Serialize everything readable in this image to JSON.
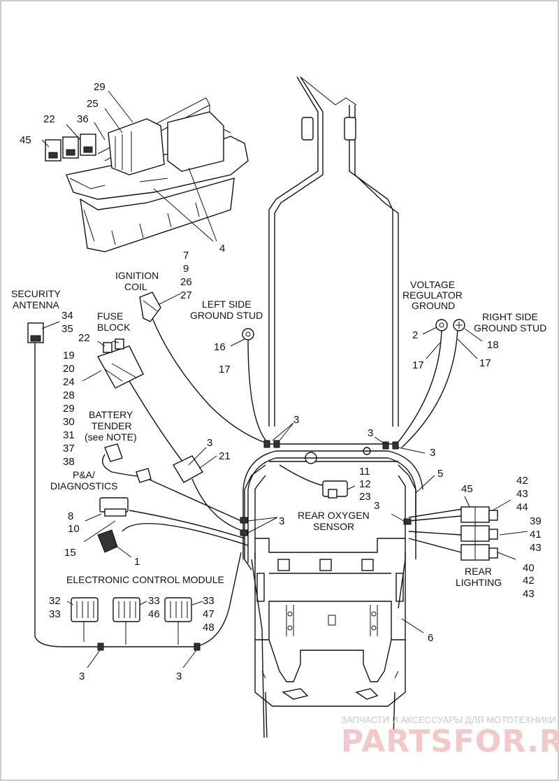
{
  "callouts": {
    "n29a": "29",
    "n25a": "25",
    "n22a": "22",
    "n36": "36",
    "n45a": "45",
    "n4": "4",
    "n7": "7",
    "n9": "9",
    "n26": "26",
    "n27": "27",
    "n34": "34",
    "n35": "35",
    "n22b": "22",
    "n19": "19",
    "n20": "20",
    "n24": "24",
    "n28": "28",
    "n29b": "29",
    "n30": "30",
    "n31": "31",
    "n37": "37",
    "n38": "38",
    "n16": "16",
    "n17a": "17",
    "n2": "2",
    "n17b": "17",
    "n18": "18",
    "n17c": "17",
    "n3a": "3",
    "n3b": "3",
    "n3c": "3",
    "n3d": "3",
    "n3e": "3",
    "n3f": "3",
    "n3g": "3",
    "n3h": "3",
    "n21": "21",
    "n11": "11",
    "n12": "12",
    "n23": "23",
    "n5": "5",
    "n45b": "45",
    "n42a": "42",
    "n43a": "43",
    "n44": "44",
    "n39": "39",
    "n41": "41",
    "n43b": "43",
    "n40": "40",
    "n42b": "42",
    "n43c": "43",
    "n8": "8",
    "n10": "10",
    "n15": "15",
    "n1": "1",
    "n32": "32",
    "n33a": "33",
    "n33b": "33",
    "n46": "46",
    "n33c": "33",
    "n47": "47",
    "n48": "48",
    "n6": "6"
  },
  "labels": {
    "ignition_l1": "IGNITION",
    "ignition_l2": "COIL",
    "security_l1": "SECURITY",
    "security_l2": "ANTENNA",
    "fuse_l1": "FUSE",
    "fuse_l2": "BLOCK",
    "battery_l1": "BATTERY",
    "battery_l2": "TENDER",
    "battery_l3": "(see NOTE)",
    "leftstud_l1": "LEFT SIDE",
    "leftstud_l2": "GROUND STUD",
    "voltage_l1": "VOLTAGE",
    "voltage_l2": "REGULATOR",
    "voltage_l3": "GROUND",
    "rightstud_l1": "RIGHT SIDE",
    "rightstud_l2": "GROUND STUD",
    "pa_l1": "P&A/",
    "pa_l2": "DIAGNOSTICS",
    "oxygen_l1": "REAR OXYGEN",
    "oxygen_l2": "SENSOR",
    "rearlight_l1": "REAR",
    "rearlight_l2": "LIGHTING",
    "ecm": "ELECTRONIC CONTROL MODULE"
  },
  "watermark": {
    "tagline": "ЗАПЧАСТИ И АКСЕССУАРЫ ДЛЯ МОТОТЕХНИКИ",
    "brand": "PARTSFOR.RU"
  }
}
